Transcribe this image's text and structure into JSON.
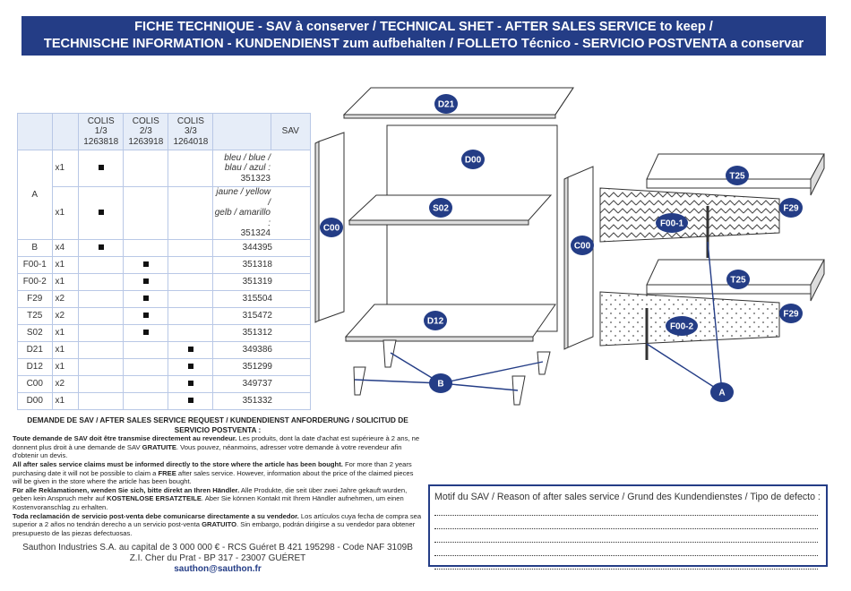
{
  "header": {
    "line1": "FICHE TECHNIQUE - SAV à conserver / TECHNICAL SHET - AFTER SALES SERVICE to keep /",
    "line2": "TECHNISCHE INFORMATION - KUNDENDIENST zum aufbehalten  / FOLLETO Técnico - SERVICIO POSTVENTA a conservar"
  },
  "parts_table": {
    "columns": [
      {
        "title": "",
        "lines": []
      },
      {
        "title": "",
        "lines": []
      },
      {
        "title": "COLIS",
        "lines": [
          "1/3",
          "1263818"
        ]
      },
      {
        "title": "COLIS",
        "lines": [
          "2/3",
          "1263918"
        ]
      },
      {
        "title": "COLIS",
        "lines": [
          "3/3",
          "1264018"
        ]
      },
      {
        "title": "",
        "lines": []
      },
      {
        "title": "SAV",
        "lines": []
      }
    ],
    "rows": [
      {
        "ref": "A",
        "qty": "x1",
        "colis": 1,
        "desc": [
          "bleu / blue /",
          "blau / azul :"
        ],
        "sav": "351323"
      },
      {
        "ref": "",
        "qty": "x1",
        "colis": 1,
        "desc": [
          "jaune / yellow /",
          "gelb / amarillo :"
        ],
        "sav": "351324"
      },
      {
        "ref": "B",
        "qty": "x4",
        "colis": 1,
        "desc": [],
        "sav": "344395"
      },
      {
        "ref": "F00-1",
        "qty": "x1",
        "colis": 2,
        "desc": [],
        "sav": "351318"
      },
      {
        "ref": "F00-2",
        "qty": "x1",
        "colis": 2,
        "desc": [],
        "sav": "351319"
      },
      {
        "ref": "F29",
        "qty": "x2",
        "colis": 2,
        "desc": [],
        "sav": "315504"
      },
      {
        "ref": "T25",
        "qty": "x2",
        "colis": 2,
        "desc": [],
        "sav": "315472"
      },
      {
        "ref": "S02",
        "qty": "x1",
        "colis": 2,
        "desc": [],
        "sav": "351312"
      },
      {
        "ref": "D21",
        "qty": "x1",
        "colis": 3,
        "desc": [],
        "sav": "349386"
      },
      {
        "ref": "D12",
        "qty": "x1",
        "colis": 3,
        "desc": [],
        "sav": "351299"
      },
      {
        "ref": "C00",
        "qty": "x2",
        "colis": 3,
        "desc": [],
        "sav": "349737"
      },
      {
        "ref": "D00",
        "qty": "x1",
        "colis": 3,
        "desc": [],
        "sav": "351332"
      }
    ]
  },
  "diagram": {
    "part_color": "#243d86",
    "callouts": [
      "D21",
      "D00",
      "S02",
      "C00",
      "C00",
      "D12",
      "B",
      "T25",
      "F29",
      "F00-1",
      "T25",
      "F29",
      "F00-2",
      "A"
    ]
  },
  "service_request": {
    "title": "DEMANDE DE SAV / AFTER SALES SERVICE REQUEST / KUNDENDIENST ANFORDERUNG / SOLICITUD DE SERVICIO POSTVENTA :",
    "paragraphs": [
      {
        "bold": "Toute demande de SAV doit être transmise directement au revendeur.",
        "text": " Les produits, dont la date d'achat est supérieure à 2 ans, ne donnent plus droit à une demande de SAV ",
        "bold2": "GRATUITE",
        "text2": ". Vous pouvez, néanmoins, adresser votre demande à votre revendeur afin d'obtenir un devis."
      },
      {
        "bold": "All after sales service claims must be informed directly to the store where the article has been bought.",
        "text": " For more than 2 years purchasing date it will not be possible to claim a ",
        "bold2": "FREE",
        "text2": " after sales service. However, information about the price of the claimed pieces will be given in the store where the article has been bought."
      },
      {
        "bold": "Für alle Reklamationen, wenden Sie sich, bitte direkt an Ihren Händler.",
        "text": " Alle Produkte, die seit über zwei Jahre gekauft wurden, geben kein Anspruch mehr auf ",
        "bold2": "KOSTENLOSE ERSATZTEILE",
        "text2": ". Aber Sie können Kontakt mit Ihrem Händler aufnehmen, um einen Kostenvoranschlag zu erhalten."
      },
      {
        "bold": "Toda reclamación de servicio post-venta debe comunicarse directamente a su vendedor.",
        "text": " Los artículos cuya fecha de compra sea superior a 2 años no tendrán derecho a un servicio post-venta ",
        "bold2": "GRATUITO",
        "text2": ". Sin embargo, podrán dirigirse a su vendedor para obtener presupuesto de las piezas defectuosas."
      }
    ]
  },
  "company": {
    "line1": "Sauthon Industries S.A. au capital de 3 000 000 € - RCS Guéret B 421 195298 - Code NAF 3109B",
    "line2": "Z.I. Cher du Prat - BP 317 - 23007 GUÉRET",
    "email": "sauthon@sauthon.fr"
  },
  "reason_box": {
    "label": "Motif du SAV / Reason of after sales service / Grund des Kundendienstes / Tipo de defecto :",
    "line_count": 5
  }
}
